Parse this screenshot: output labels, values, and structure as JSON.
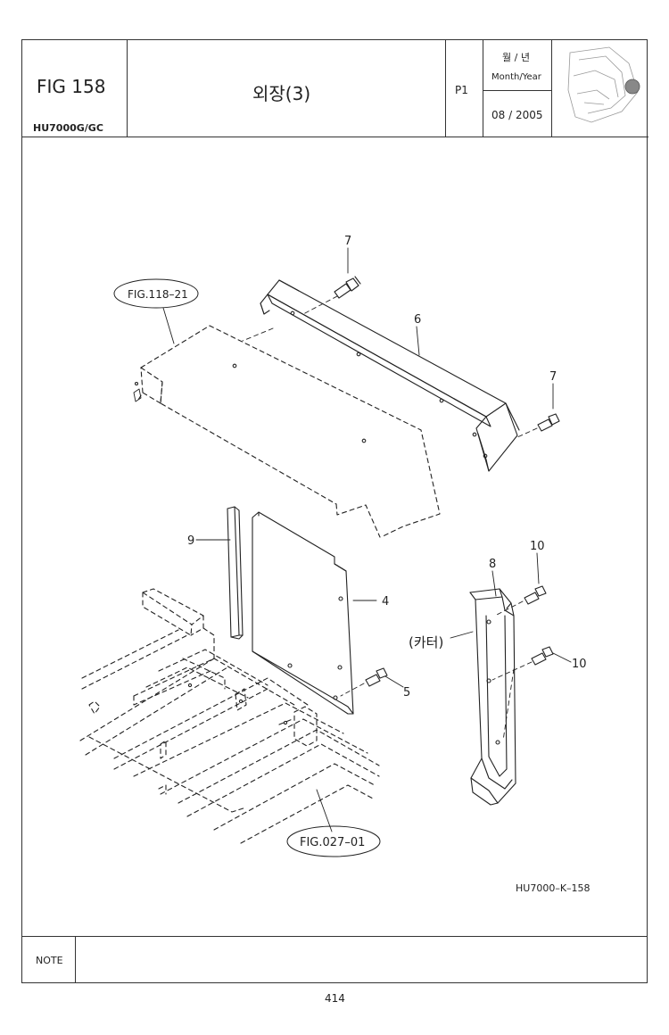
{
  "header": {
    "fig_label": "FIG 158",
    "model": "HU7000G/GC",
    "title": "외장(3)",
    "page_code": "P1",
    "date_label_ko": "월 / 년",
    "date_label_en": "Month/Year",
    "date_value": "08 / 2005"
  },
  "diagram": {
    "callouts": {
      "c7a": "7",
      "c6": "6",
      "c7b": "7",
      "c9": "9",
      "c4": "4",
      "c5": "5",
      "c8": "8",
      "c10a": "10",
      "c10b": "10"
    },
    "refs": {
      "ref_top": "FIG.118–21",
      "ref_bottom": "FIG.027–01",
      "cutter": "(카터)"
    },
    "drawing_code": "HU7000–K–158"
  },
  "footer": {
    "note_label": "NOTE",
    "page_number": "414"
  }
}
